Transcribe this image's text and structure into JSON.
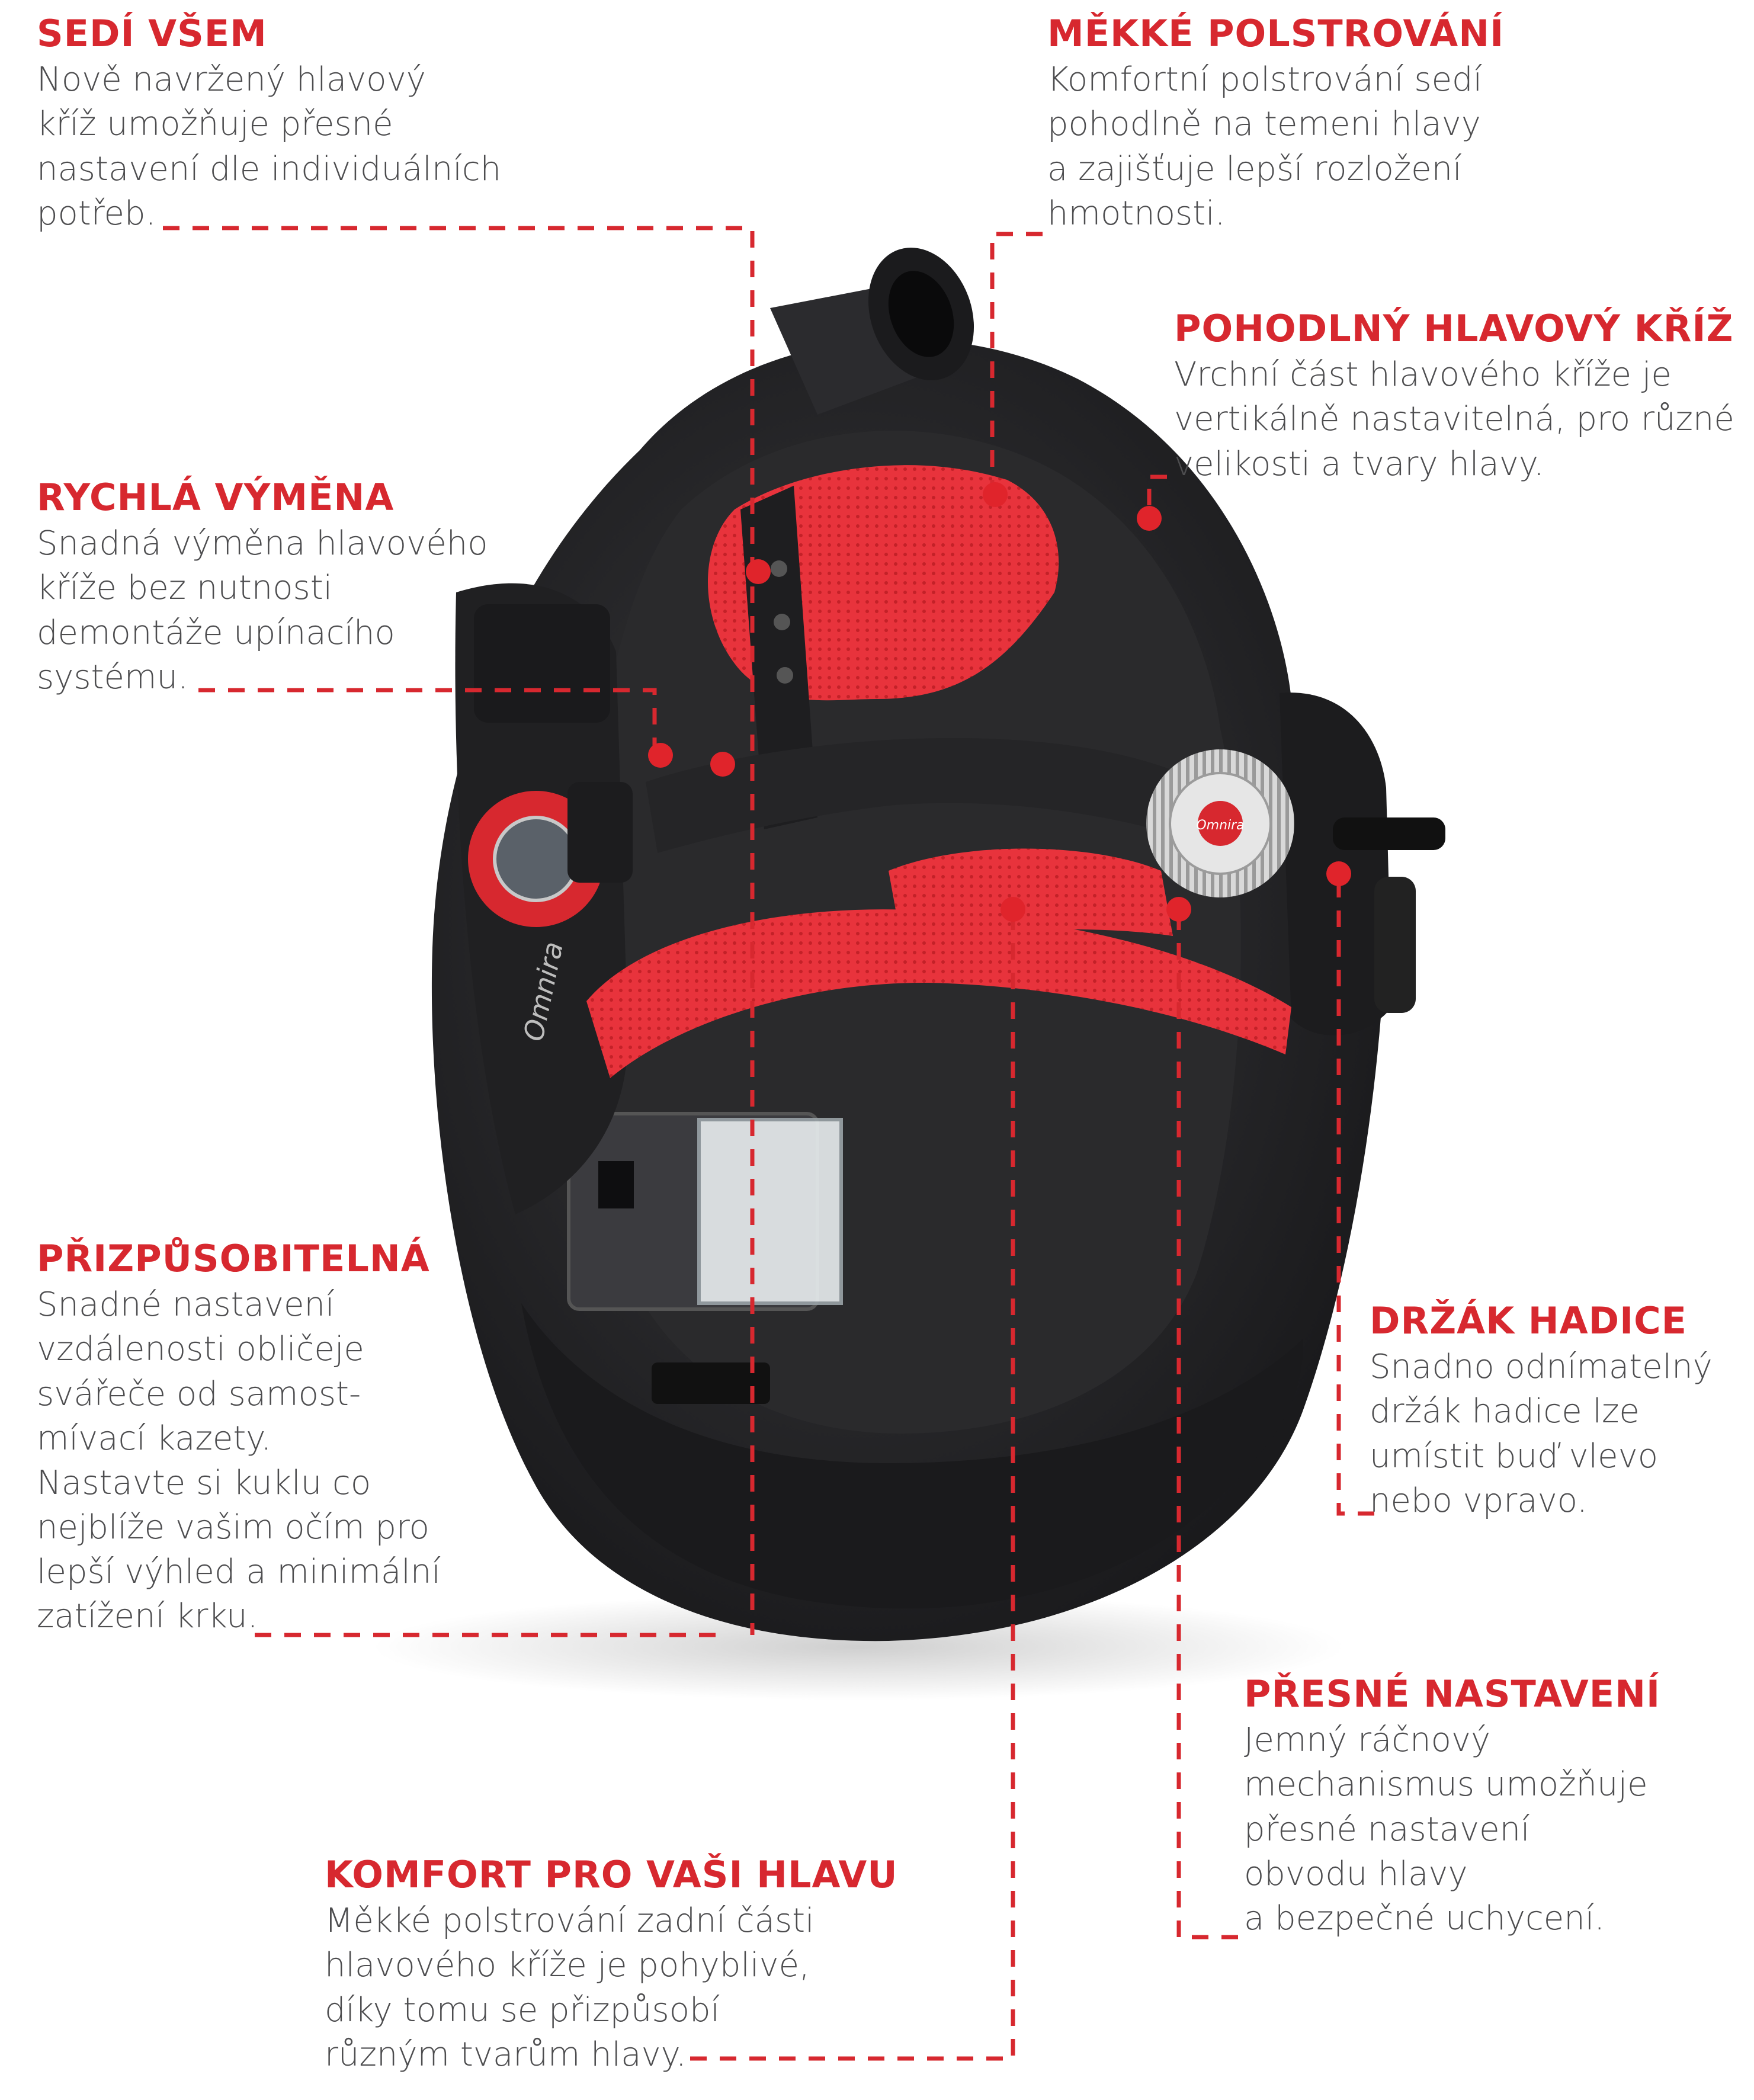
{
  "colors": {
    "accent": "#d7282f",
    "body_text": "#4d4d4f",
    "helmet_dark": "#1e1e20",
    "padding_red": "#e8333c"
  },
  "callouts": {
    "sedi_vsem": {
      "title": "SEDÍ VŠEM",
      "text": "Nově navržený hlavový\nkříž umožňuje přesné\nnastavení dle individuálních\npotřeb."
    },
    "mekke_polstrovani": {
      "title": "MĚKKÉ POLSTROVÁNÍ",
      "text": "Komfortní polstrování sedí\npohodlně na temeni hlavy\na zajišťuje lepší rozložení\nhmotnosti."
    },
    "pohodlny_kriz": {
      "title": "POHODLNÝ HLAVOVÝ KŘÍŽ",
      "text": "Vrchní část hlavového kříže je\nvertikálně nastavitelná, pro různé\nvelikosti a tvary hlavy."
    },
    "rychla_vymena": {
      "title": "RYCHLÁ VÝMĚNA",
      "text": "Snadná výměna hlavového\nkříže bez nutnosti\ndemontáže upínacího\nsystému."
    },
    "prizpusobitelna": {
      "title": "PŘIZPŮSOBITELNÁ",
      "text": "Snadné nastavení\nvzdálenosti obličeje\nsvářeče od samost-\nmívací kazety.\nNastavte si kuklu co\nnejblíže vašim očím pro\nlepší výhled a minimální\nzatížení krku."
    },
    "drzak_hadice": {
      "title": "DRŽÁK HADICE",
      "text": "Snadno odnímatelný\ndržák hadice lze\numístit buď vlevo\nnebo vpravo."
    },
    "presne_nastaveni": {
      "title": "PŘESNÉ NASTAVENÍ",
      "text": "Jemný ráčnový\nmechanismus umožňuje\npřesné nastavení\nobvodu hlavy\na bezpečné uchycení."
    },
    "komfort": {
      "title": "KOMFORT PRO VAŠI HLAVU",
      "text": "Měkké polstrování zadní části\nhlavového kříže je pohyblivé,\ndíky tomu se přizpůsobí\nrůzným tvarům hlavy."
    }
  },
  "product": {
    "brand_text": "Omnira",
    "knob_text": "Omnira"
  }
}
